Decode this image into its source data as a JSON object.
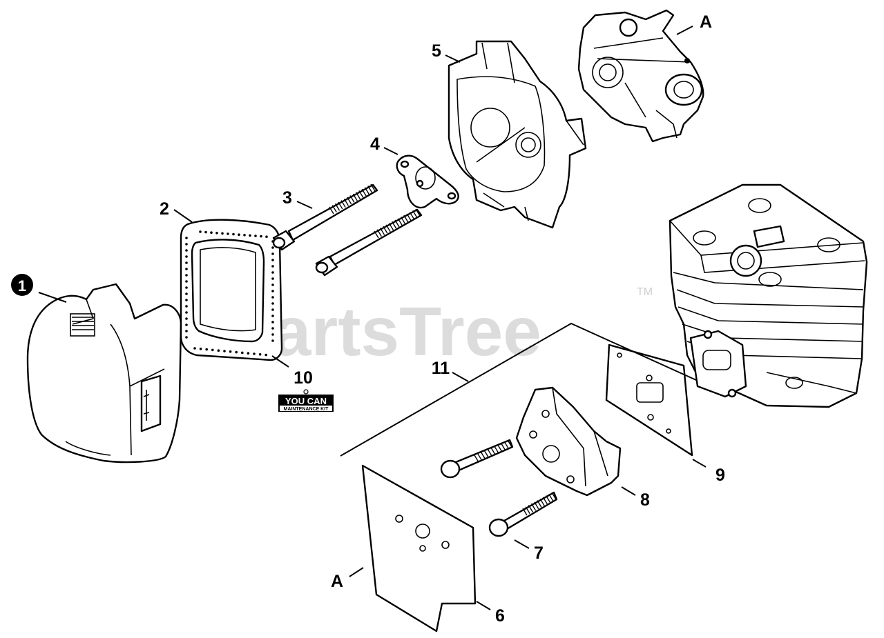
{
  "watermark": {
    "text": "PartsTree",
    "trademark": "TM"
  },
  "callouts": {
    "c1": "1",
    "c2": "2",
    "c3": "3",
    "c4": "4",
    "c5": "5",
    "c6": "6",
    "c7": "7",
    "c8": "8",
    "c9": "9",
    "c10": "10",
    "c11": "11",
    "a_top": "A",
    "a_bottom": "A"
  },
  "badge": {
    "line1": "YOU CAN",
    "line2": "MAINTENANCE KIT"
  },
  "colors": {
    "ink": "#000000",
    "watermark": "#dcdcdc",
    "background": "#ffffff"
  }
}
